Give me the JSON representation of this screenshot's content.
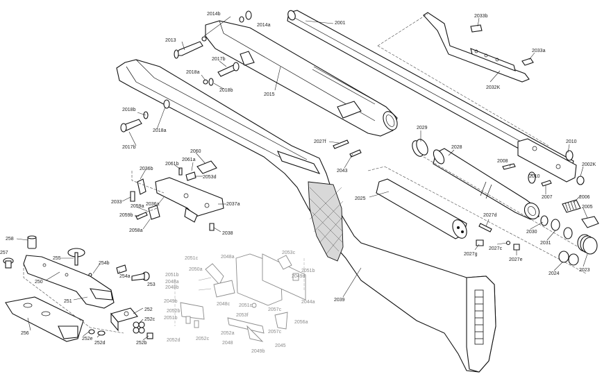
{
  "parts": {
    "main": [
      "2001",
      "2033b",
      "2033a",
      "2032K",
      "2014b",
      "2014a",
      "2013",
      "2017b",
      "2018a",
      "2018b",
      "2015",
      "2018b",
      "2018a",
      "2017b",
      "2027f",
      "2043",
      "2029",
      "2028",
      "2010",
      "2008",
      "2010",
      "2002K",
      "2007",
      "2006",
      "2005",
      "2025",
      "2027d",
      "2030",
      "2031",
      "2027c",
      "2027g",
      "2027e",
      "2024",
      "2023",
      "2039",
      "2060",
      "2061b",
      "2061a",
      "2053d",
      "2036b",
      "2033",
      "2036a",
      "2037a",
      "2059a",
      "2059b",
      "2058a",
      "2038"
    ],
    "trigger_black": [
      "258",
      "257",
      "255",
      "254b",
      "254a",
      "253",
      "250",
      "251",
      "252",
      "252c",
      "252b",
      "252d",
      "252e",
      "256"
    ],
    "trigger_grey": [
      "2051c",
      "2050a",
      "2051b",
      "2048a",
      "2048b",
      "2048a",
      "2053c",
      "2051b",
      "2049d",
      "2049b",
      "2048c",
      "2051c",
      "2044a",
      "2053f",
      "2052b",
      "2051b",
      "2052c",
      "2057c",
      "2056a",
      "2052d",
      "2052a",
      "2057c",
      "2045",
      "2048",
      "2049b"
    ]
  }
}
